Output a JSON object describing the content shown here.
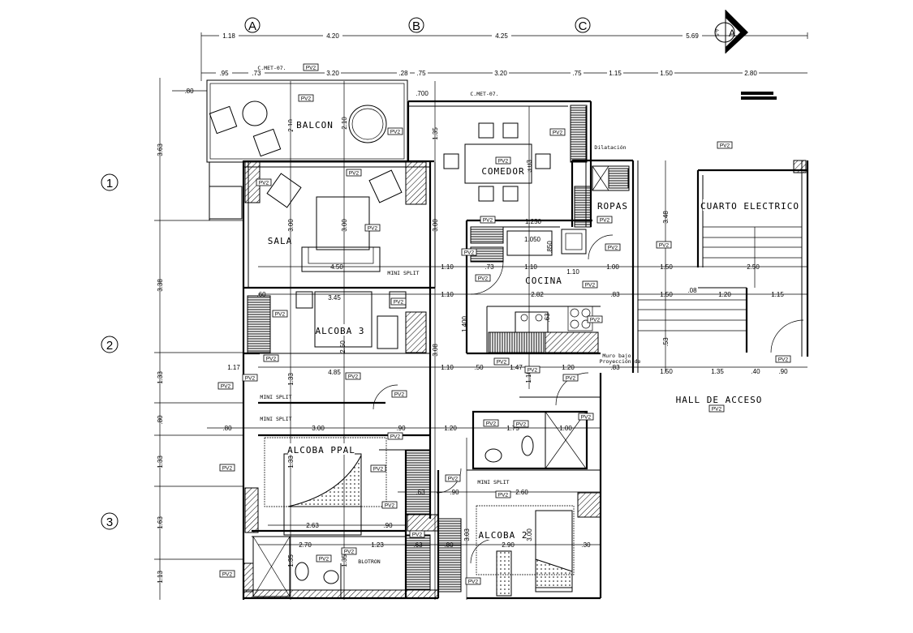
{
  "grid": {
    "columns": [
      "A",
      "B",
      "C"
    ],
    "rows": [
      "1",
      "2",
      "3"
    ],
    "section_marker": {
      "letter": "A",
      "sheet": "A-5"
    }
  },
  "dims": {
    "top_axes": [
      "1.18",
      "4.20",
      "4.25",
      "5.69"
    ],
    "top_rooms": [
      ".95",
      ".73",
      "3.20",
      ".28",
      ".75",
      "3.20",
      ".75",
      "1.15",
      "1.50",
      "2.80"
    ],
    "left": [
      "3.63",
      "3.38",
      "1.33",
      ".80",
      "1.33",
      "1.63",
      "1.13",
      ".80"
    ],
    "row_329": [
      "4.50",
      "1.10",
      ".73",
      "1.10",
      "1.10",
      "1.00",
      "1.50",
      "2.50"
    ],
    "row_363": [
      ".60",
      "3.45",
      "1.10",
      "2.82",
      ".83",
      "1.50",
      ".08",
      "1.20",
      "1.15"
    ],
    "row_453": [
      "1.17",
      "4.85",
      "1.10",
      ".50",
      "1.47",
      "1.20",
      ".83",
      "1.50",
      "1.35",
      ".40",
      ".90"
    ],
    "row_528": [
      ".80",
      "3.00",
      ".90",
      "1.20",
      "1.75",
      "1.00"
    ],
    "row_607": [
      ".63",
      ".90",
      "2.60"
    ],
    "row_648": [
      "2.63",
      ".90"
    ],
    "row_672": [
      "2.70",
      "1.23",
      ".63",
      ".80",
      "2.90",
      ".30"
    ],
    "vertical": [
      "2.10",
      "2.10",
      "1.35",
      "3.03",
      "3.00",
      "3.00",
      "3.00",
      "3.48",
      ".53",
      "3.08",
      "1.33",
      "1.33",
      "3.03",
      "3.00",
      "1.35",
      "1.35",
      "1.250",
      "1.050",
      ".850",
      "1.400",
      ".63",
      "1.10",
      "2.50",
      ".700"
    ]
  },
  "rooms": {
    "balcon": "BALCON",
    "comedor": "COMEDOR",
    "sala": "SALA",
    "ropas": "ROPAS",
    "cuarto_electrico": "CUARTO ELECTRICO",
    "cocina": "COCINA",
    "alcoba_3": "ALCOBA 3",
    "hall": "HALL  DE ACCESO",
    "alcoba_ppal": "ALCOBA PPAL",
    "alcoba_2": "ALCOBA 2"
  },
  "notes": {
    "c_met": "C.MET-07.",
    "mini_split": "MINI SPLIT",
    "blotron": "BLOTRON",
    "dilatacion": "Dilatación",
    "muro_bajo": "Muro bajo",
    "proyeccion": "Proyección de",
    "tag": "PV2"
  }
}
